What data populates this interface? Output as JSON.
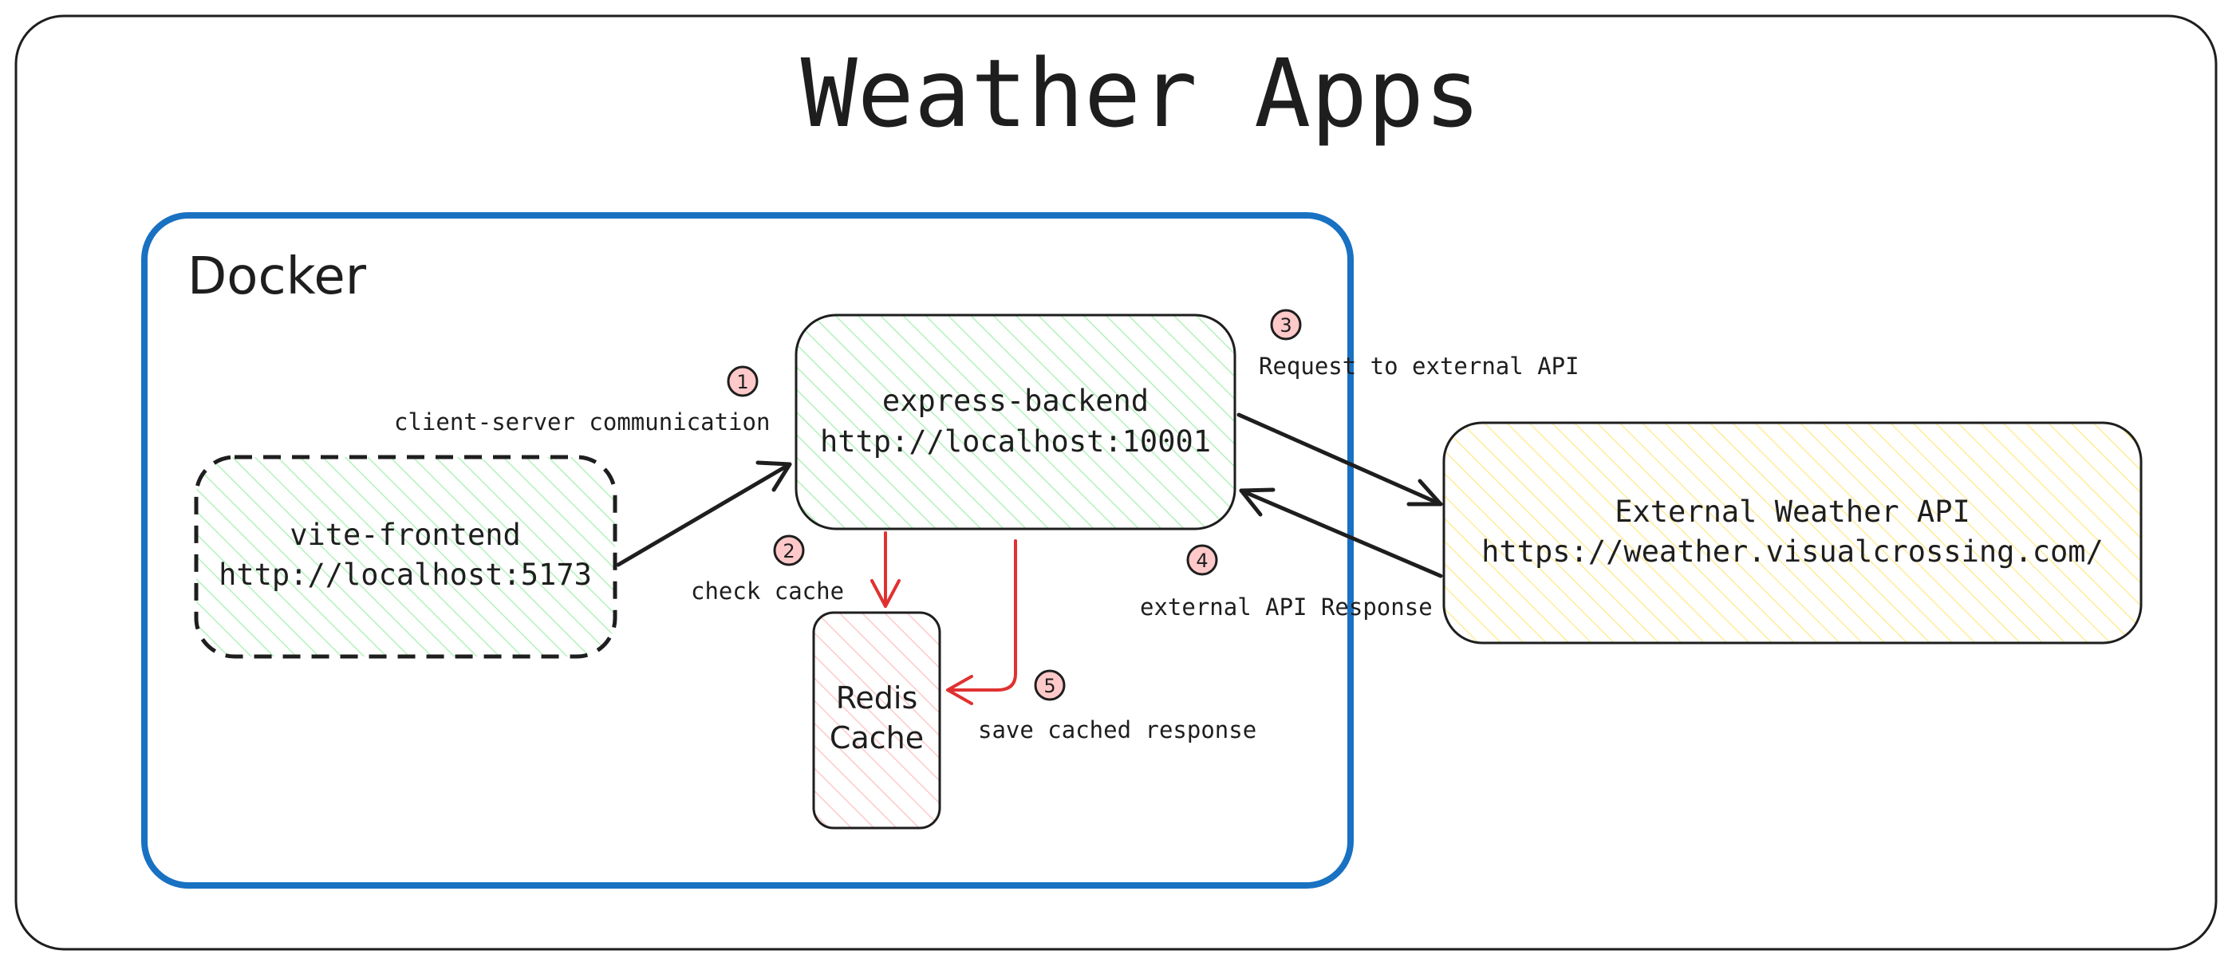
{
  "title": "Weather Apps",
  "docker": {
    "label": "Docker"
  },
  "nodes": {
    "frontend": {
      "line1": "vite-frontend",
      "line2": "http://localhost:5173"
    },
    "backend": {
      "line1": "express-backend",
      "line2": "http://localhost:10001"
    },
    "redis": {
      "line1": "Redis",
      "line2": "Cache"
    },
    "external": {
      "line1": "External Weather API",
      "line2": "https://weather.visualcrossing.com/"
    }
  },
  "edges": {
    "e1": {
      "step": "1",
      "label": "client-server communication"
    },
    "e2": {
      "step": "2",
      "label": "check cache"
    },
    "e3": {
      "step": "3",
      "label": "Request to external API"
    },
    "e4": {
      "step": "4",
      "label": "external API Response"
    },
    "e5": {
      "step": "5",
      "label": "save cached response"
    }
  },
  "colors": {
    "stroke": "#1e1e1e",
    "docker": "#1971c2",
    "green_fill": "#b2f2bb",
    "yellow_fill": "#ffec99",
    "pink_fill": "#ffc9c9",
    "red_arrow": "#e03131",
    "badge_fill": "#ffc9c9"
  }
}
